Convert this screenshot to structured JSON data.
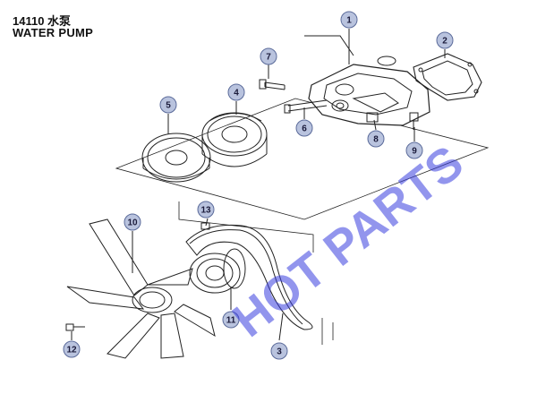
{
  "header": {
    "code": "14110 水泵",
    "title": "WATER PUMP"
  },
  "watermark": "HOT PARTS",
  "callouts": [
    "1",
    "2",
    "3",
    "4",
    "5",
    "6",
    "7",
    "8",
    "9",
    "10",
    "11",
    "12",
    "13"
  ],
  "colors": {
    "callout_fill": "#b9c3de",
    "callout_stroke": "#5b6b9a",
    "line": "#222222",
    "watermark": "#3a3fe0"
  }
}
